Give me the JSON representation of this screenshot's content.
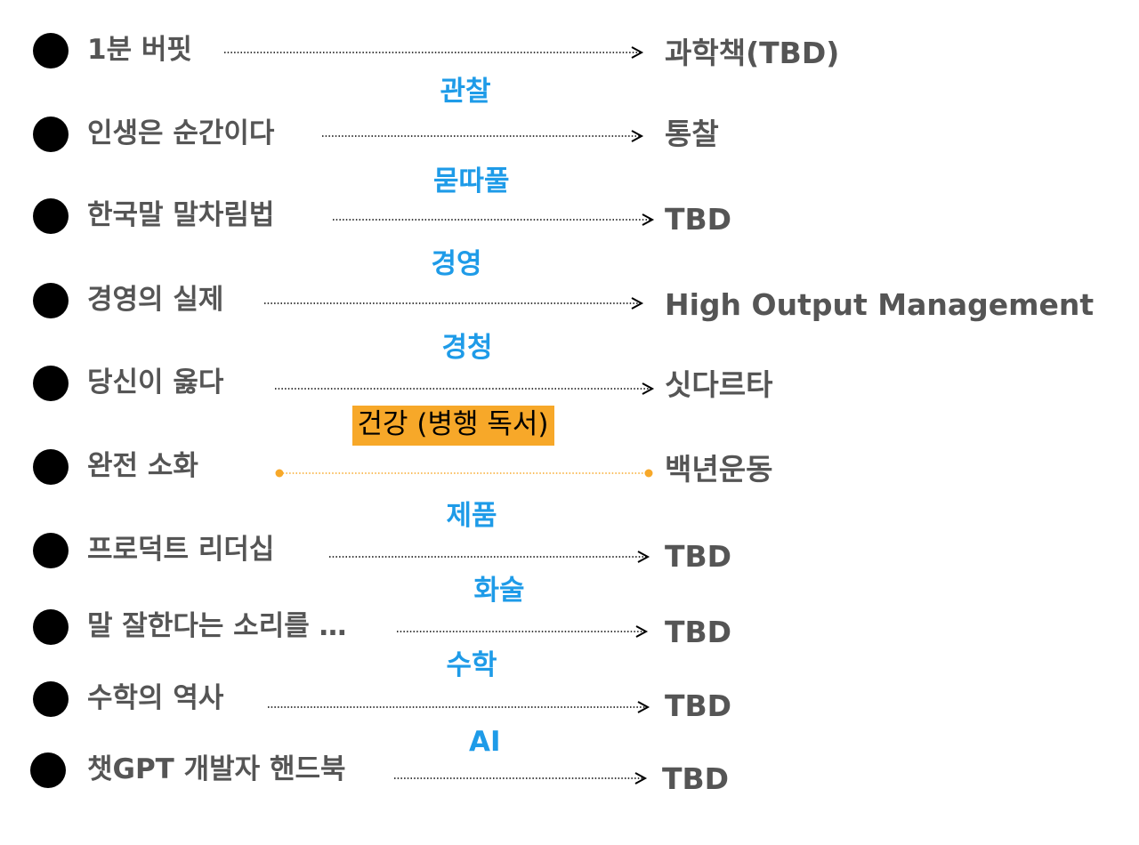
{
  "colors": {
    "bullet": "#000000",
    "text": "#555555",
    "topic_blue": "#1e9be8",
    "highlight": "#f7a829",
    "arrow": "#000000"
  },
  "rows": [
    {
      "book": "1분 버핏",
      "topic": "",
      "target": "과학책(TBD)",
      "highlighted": false
    },
    {
      "book": "인생은 순간이다",
      "topic": "관찰",
      "target": "통찰",
      "highlighted": false
    },
    {
      "book": "한국말 말차림법",
      "topic": "묻따풀",
      "target": "TBD",
      "highlighted": false
    },
    {
      "book": "경영의 실제",
      "topic": "경영",
      "target": "High Output Management",
      "highlighted": false
    },
    {
      "book": "당신이 옳다",
      "topic": "경청",
      "target": "싯다르타",
      "highlighted": false
    },
    {
      "book": "완전 소화",
      "topic": "건강 (병행 독서)",
      "target": "백년운동",
      "highlighted": true
    },
    {
      "book": "프로덕트 리더십",
      "topic": "제품",
      "target": "TBD",
      "highlighted": false
    },
    {
      "book": "말 잘한다는 소리를 …",
      "topic": "화술",
      "target": "TBD",
      "highlighted": false
    },
    {
      "book": "수학의 역사",
      "topic": "수학",
      "target": "TBD",
      "highlighted": false
    },
    {
      "book": "챗GPT 개발자 핸드북",
      "topic": "AI",
      "target": "TBD",
      "highlighted": false
    }
  ]
}
